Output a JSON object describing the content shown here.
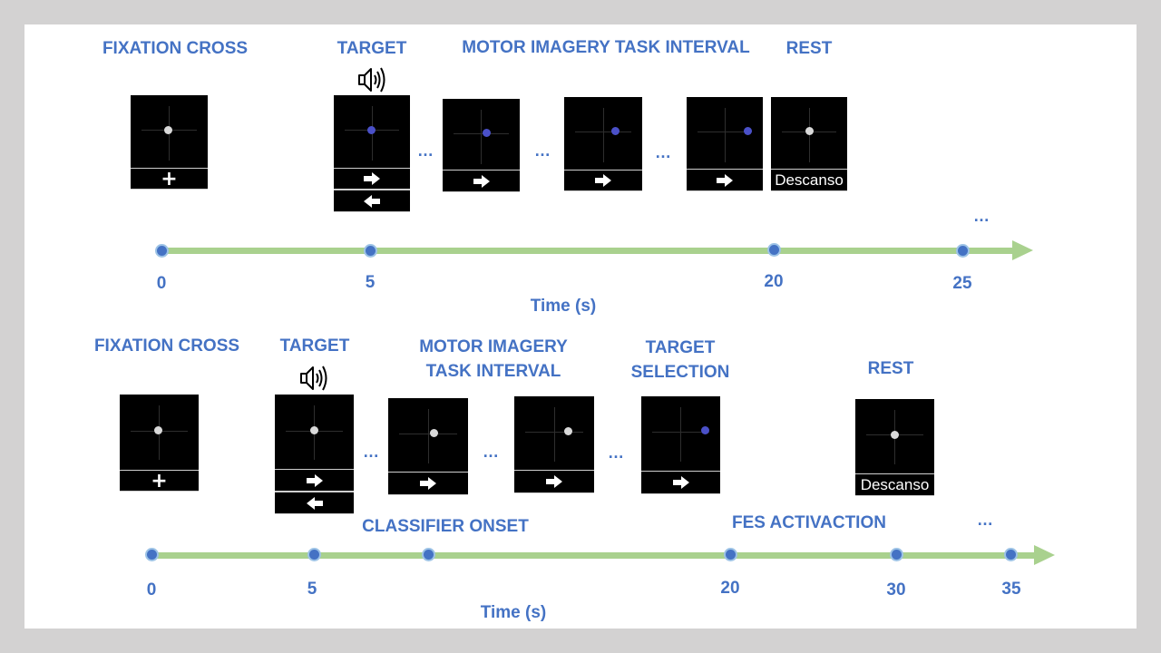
{
  "top": {
    "labels": {
      "fixation": "FIXATION CROSS",
      "target": "TARGET",
      "mi": "MOTOR IMAGERY TASK INTERVAL",
      "rest": "REST"
    },
    "rest_text": "Descanso",
    "ellipsis": "…",
    "ticks": [
      "0",
      "5",
      "20",
      "25"
    ],
    "axis_label": "Time (s)"
  },
  "bottom": {
    "labels": {
      "fixation": "FIXATION CROSS",
      "target": "TARGET",
      "mi": "MOTOR IMAGERY TASK INTERVAL",
      "selection": "TARGET SELECTION",
      "rest": "REST",
      "classifier": "CLASSIFIER ONSET",
      "fes": "FES ACTIVACTION"
    },
    "rest_text": "Descanso",
    "ellipsis": "…",
    "ticks": [
      "0",
      "5",
      "20",
      "30",
      "35"
    ],
    "axis_label": "Time (s)"
  },
  "colors": {
    "label": "#4472c4",
    "timeline": "#a9d18e",
    "dot": "#4472c4",
    "fixation_point": "#d9d9d9",
    "target_point": "#4a50c8"
  },
  "icons": {
    "speaker": "speaker-icon",
    "right_arrow": "right-arrow-icon",
    "left_arrow": "left-arrow-icon",
    "plus": "plus-icon"
  }
}
